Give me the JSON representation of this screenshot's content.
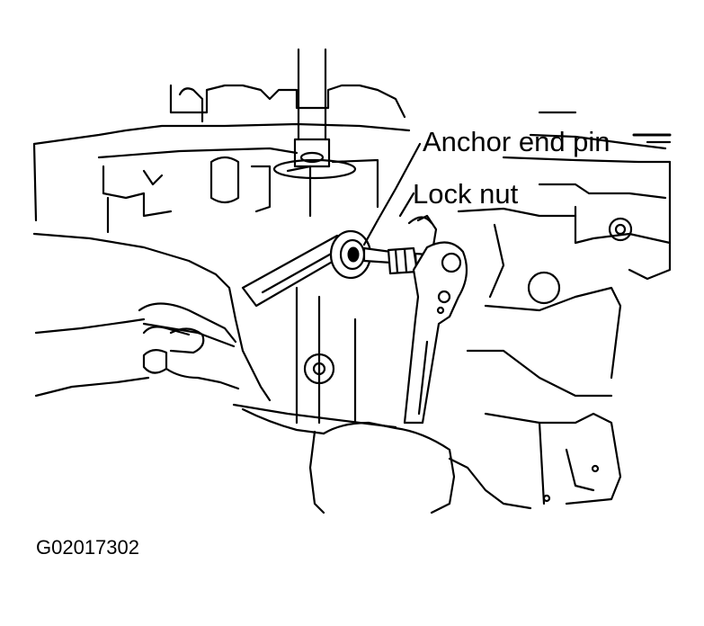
{
  "figure": {
    "labels": {
      "anchor_end_pin": "Anchor end pin",
      "lock_nut": "Lock nut"
    },
    "figure_code": "G02017302"
  },
  "colors": {
    "ink": "#000000",
    "paper": "#ffffff"
  }
}
